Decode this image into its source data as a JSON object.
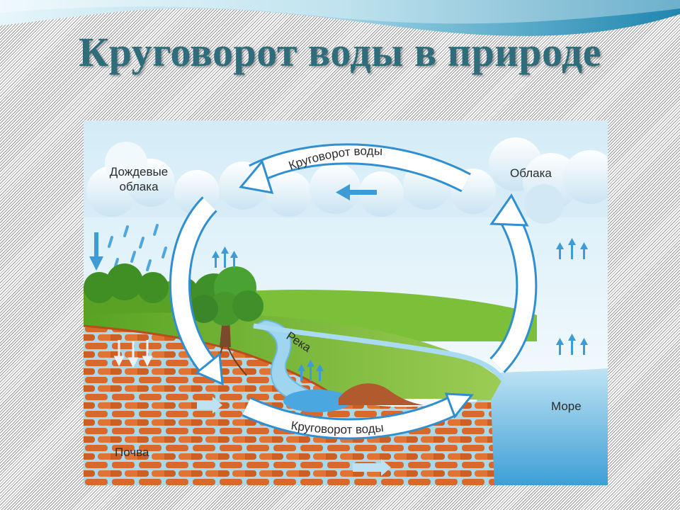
{
  "slide": {
    "title": "Круговорот воды в природе"
  },
  "diagram": {
    "labels": {
      "rain_clouds": "Дождевые облака",
      "clouds": "Облака",
      "river": "Река",
      "sea": "Море",
      "soil": "Почва"
    },
    "cycle_arrows": {
      "top": "Круговорот воды",
      "bottom": "Круговорот воды"
    },
    "icons": [
      "rain-drops-icon",
      "down-arrow-icon",
      "up-arrows-icon",
      "left-arrow-icon",
      "right-arrow-icon",
      "tree-icon"
    ]
  },
  "colors": {
    "title": "#2f6d7c",
    "sky": "#dff1fa",
    "water": "#3d9fd6",
    "arrow": "#2f9fe0",
    "grass": "#6cb32a",
    "soil": "#d8692a"
  }
}
